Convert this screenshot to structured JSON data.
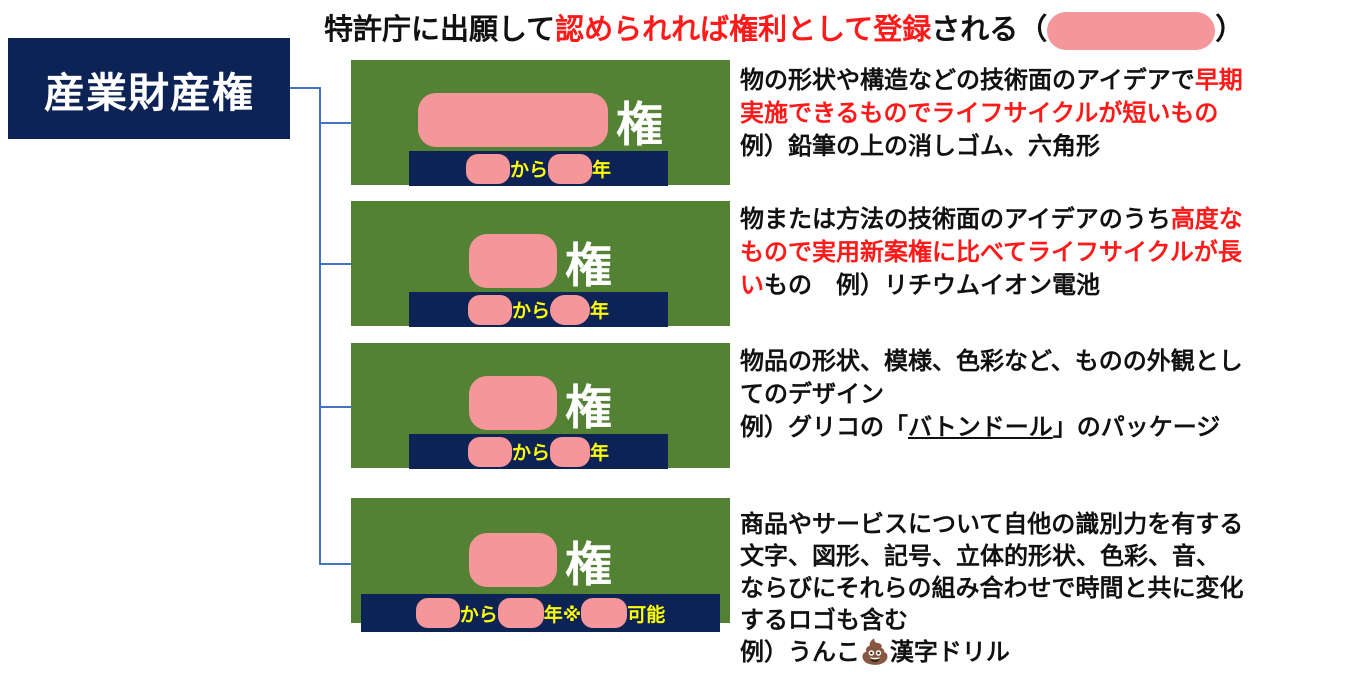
{
  "title": "産業財産権",
  "headline": {
    "part1": "特許庁に出願して",
    "part2": "認められれば権利として登録",
    "part3": "される（",
    "part4": "）"
  },
  "cards": [
    {
      "right_name": "権",
      "band": [
        "から",
        "年"
      ],
      "desc": {
        "black1": "物の形状や構造などの技術面のアイデアで",
        "red1": "早期",
        "red2": "実施できるものでライフサイクルが短いもの",
        "ex": "例）鉛筆の上の消しゴム、六角形"
      }
    },
    {
      "right_name": "権",
      "band": [
        "から",
        "年"
      ],
      "desc": {
        "black1": "物または方法の技術面のアイデアのうち",
        "red1": "高度な",
        "red2": "もので実用新案権に比べてライフサイクルが長",
        "red3": "い",
        "black2": "もの　例）リチウムイオン電池"
      }
    },
    {
      "right_name": "権",
      "band": [
        "から",
        "年"
      ],
      "desc": {
        "line1": "物品の形状、模様、色彩など、ものの外観とし",
        "line2": "てのデザイン",
        "ex_a": "例）グリコの「",
        "ex_u": "バトンドール",
        "ex_b": "」のパッケージ"
      }
    },
    {
      "right_name": "権",
      "band": [
        "から",
        "年※",
        "可能"
      ],
      "desc": {
        "line1": "商品やサービスについて自他の識別力を有する",
        "line2": "文字、図形、記号、立体的形状、色彩、音、",
        "line3": "ならびにそれらの組み合わせで時間と共に変化",
        "line4": "するロゴも含む",
        "ex_a": "例）うんこ",
        "ex_icon": "💩",
        "ex_b": "漢字ドリル"
      }
    }
  ],
  "colors": {
    "navy": "#0d2356",
    "green": "#548235",
    "red": "#ff1a1a",
    "yellow": "#ffff00",
    "line": "#4472c4",
    "mask": "#f4969a"
  }
}
